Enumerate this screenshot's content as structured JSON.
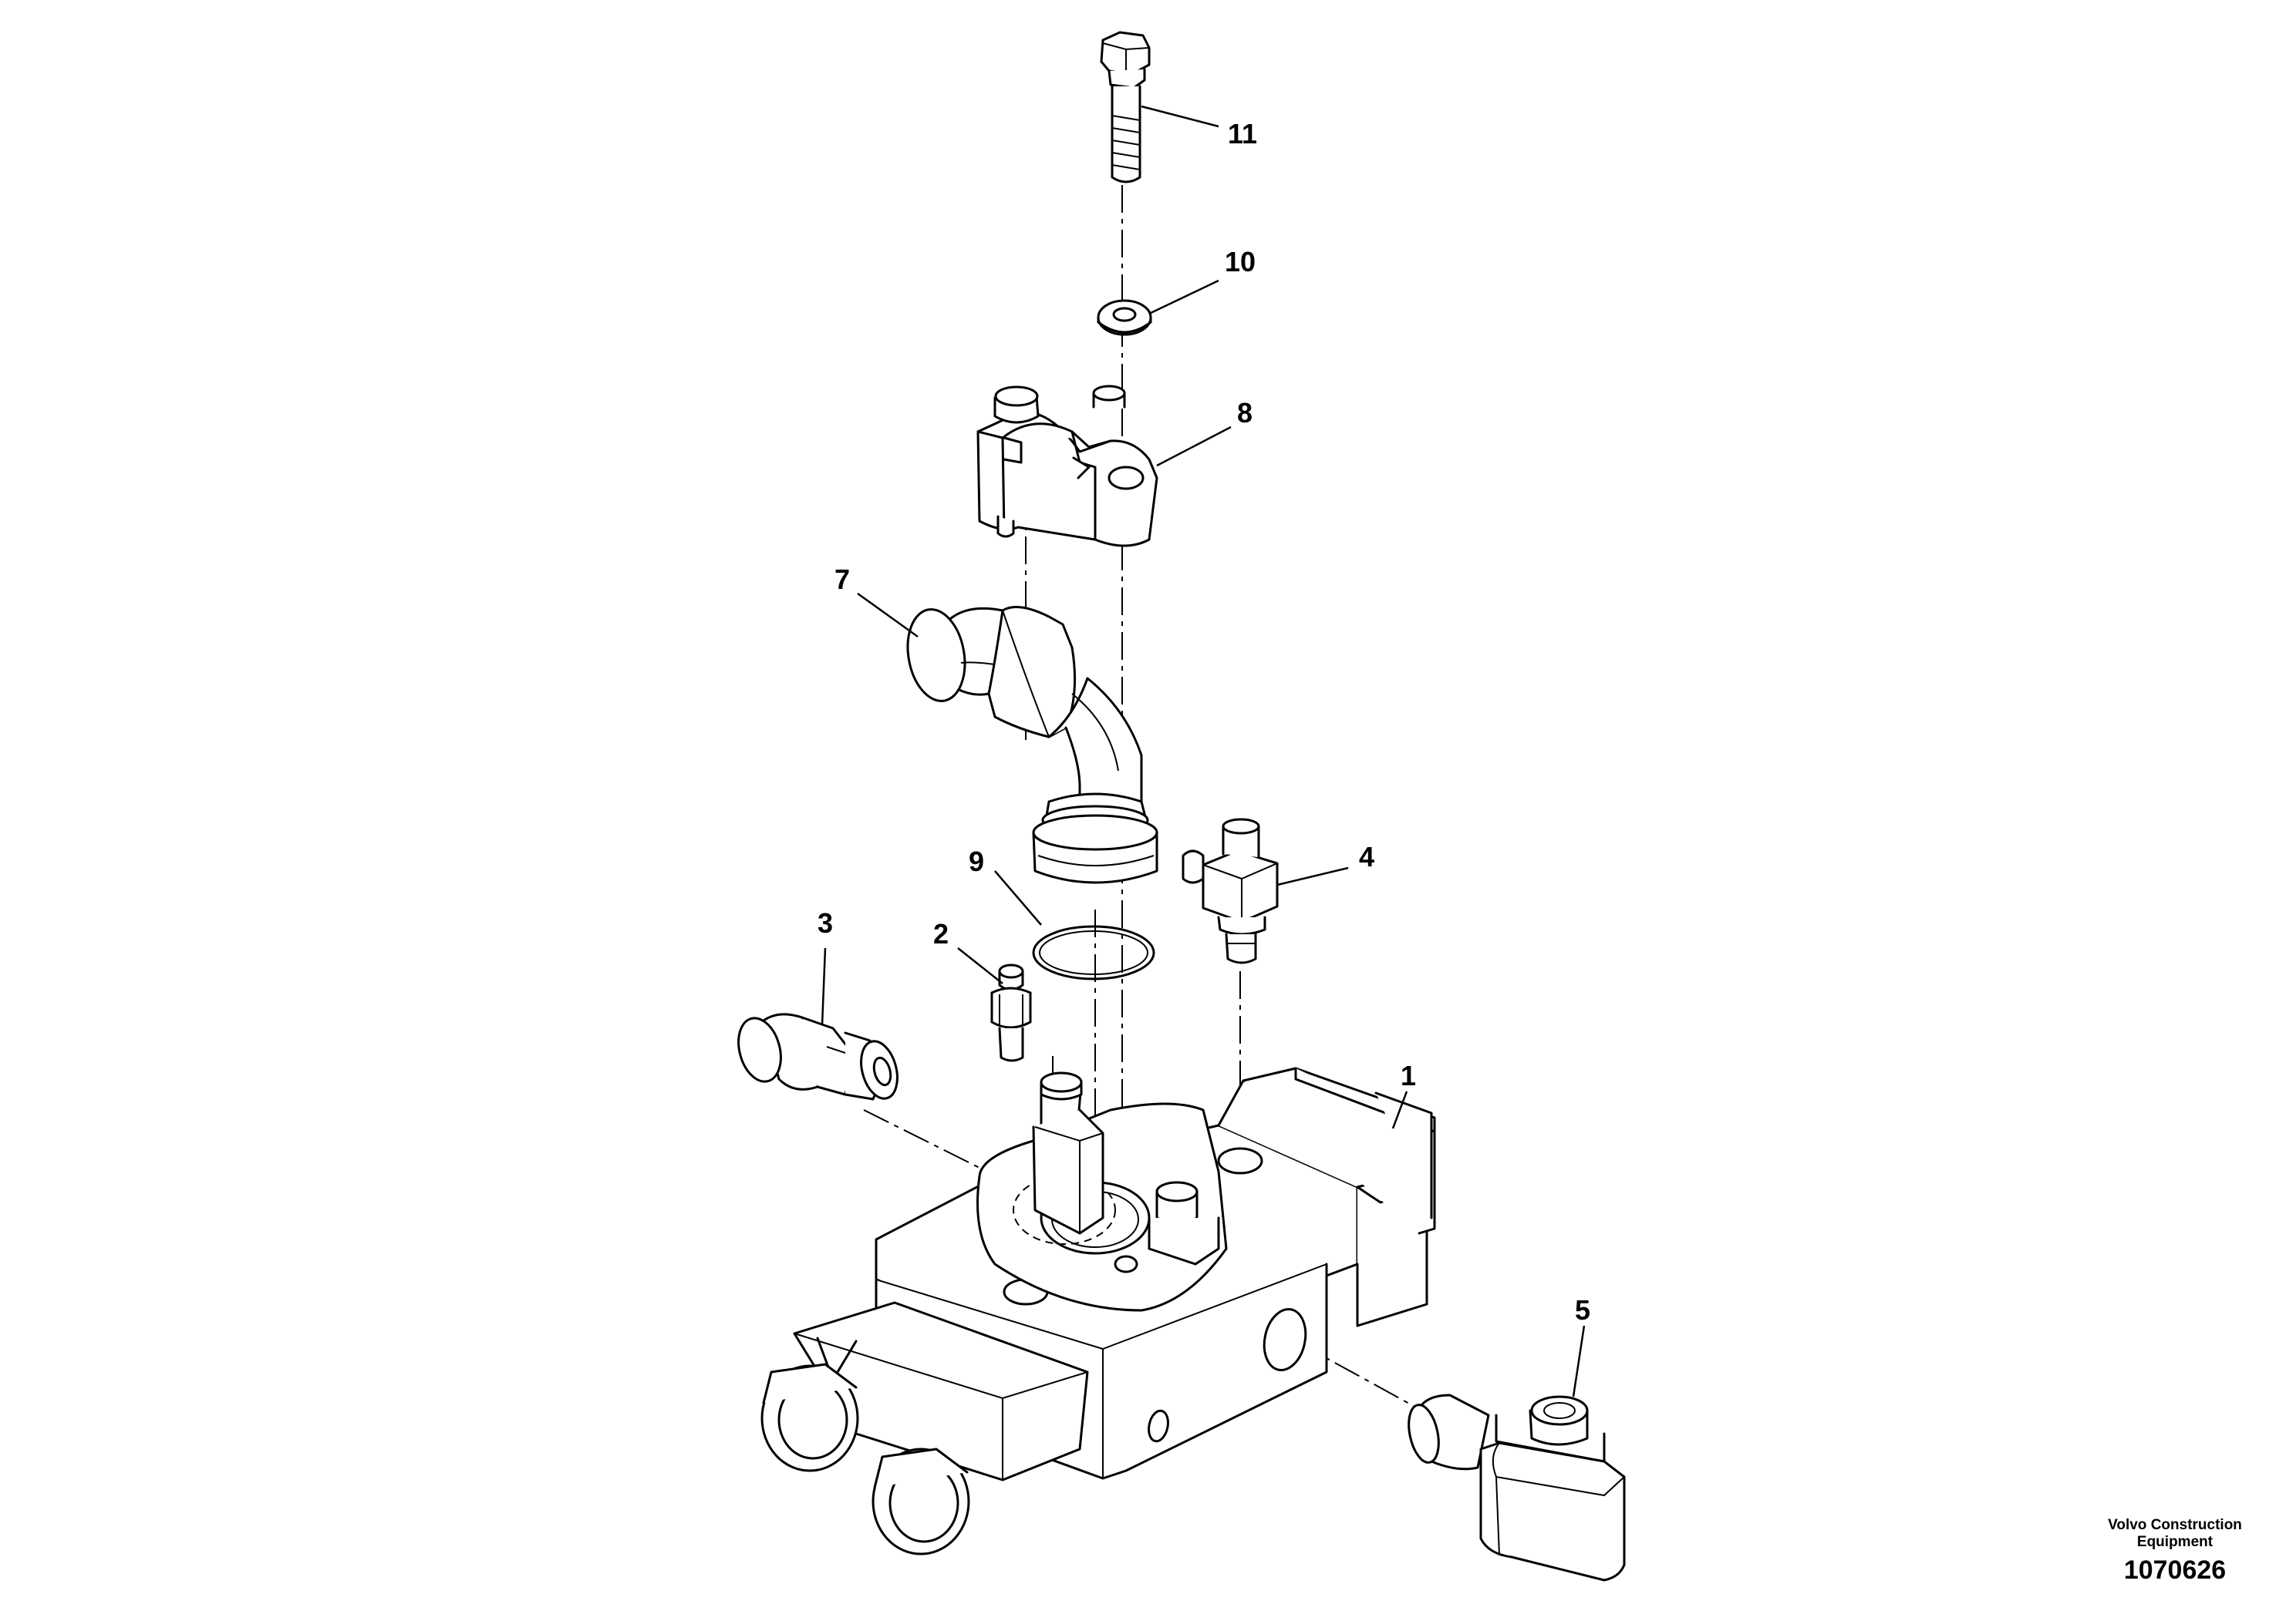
{
  "diagram": {
    "callouts": [
      {
        "id": "1",
        "text": "1"
      },
      {
        "id": "2",
        "text": "2"
      },
      {
        "id": "3",
        "text": "3"
      },
      {
        "id": "4",
        "text": "4"
      },
      {
        "id": "5",
        "text": "5"
      },
      {
        "id": "7",
        "text": "7"
      },
      {
        "id": "8",
        "text": "8"
      },
      {
        "id": "9",
        "text": "9"
      },
      {
        "id": "10",
        "text": "10"
      },
      {
        "id": "11",
        "text": "11"
      }
    ]
  },
  "footer": {
    "company_line1": "Volvo Construction",
    "company_line2": "Equipment",
    "drawing_number": "1070626"
  }
}
